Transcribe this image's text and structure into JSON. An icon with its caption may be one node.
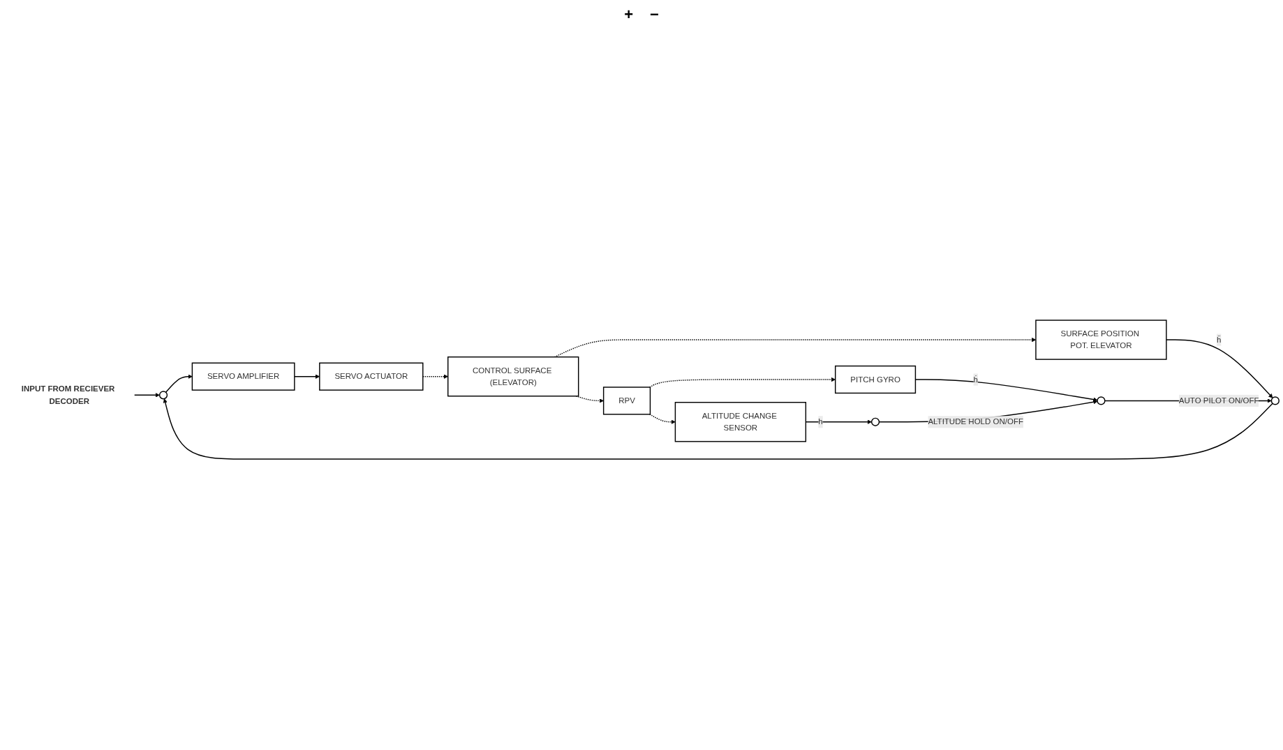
{
  "diagram": {
    "nodes": [
      {
        "text": [
          "INPUT FROM RECIEVER DECODER"
        ]
      },
      {
        "text": [],
        "shape": "circle"
      },
      {
        "text": [
          "SERVO AMPLIFIER"
        ]
      },
      {
        "text": [
          "SERVO ACTUATOR"
        ]
      },
      {
        "text": [
          "CONTROL SURFACE (ELEVATOR)"
        ]
      },
      {
        "text": [],
        "shape": "circle"
      },
      {
        "text": [
          "SURFACE POSITION POT. ELEVATOR"
        ]
      },
      {
        "text": [],
        "shape": "circle"
      },
      {
        "text": [
          "PITCH GYRO"
        ]
      },
      {
        "text": [
          "RPV"
        ]
      },
      {
        "text": [],
        "shape": "circle"
      },
      {
        "text": [
          "ALTITUDE CHANGE SENSOR"
        ]
      }
    ],
    "edges": [
      {
        "from": 0,
        "to": 1,
        "arrow": "to"
      },
      {
        "from": 1,
        "to": 2,
        "arrow": "to"
      },
      {
        "from": 2,
        "to": 3,
        "arrow": "to"
      },
      {
        "from": 3,
        "to": 4,
        "arrow": "to",
        "style": "dashed"
      },
      {
        "from": 4,
        "to": 6,
        "arrow": "to",
        "style": "dashed"
      },
      {
        "from": 4,
        "to": 9,
        "arrow": "to",
        "style": "dashed"
      },
      {
        "from": 6,
        "to": 5,
        "arrow": "to",
        "label": "ḧ"
      },
      {
        "from": 5,
        "to": 1,
        "arrow": "to"
      },
      {
        "from": 7,
        "to": 5,
        "arrow": "to",
        "label": "AUTO PILOT ON/OFF"
      },
      {
        "from": 9,
        "to": 8,
        "arrow": "to",
        "style": "dashed"
      },
      {
        "from": 9,
        "to": 11,
        "arrow": "to",
        "style": "dashed"
      },
      {
        "from": 8,
        "to": 7,
        "arrow": "to",
        "label": "ḣ"
      },
      {
        "from": 10,
        "to": 7,
        "arrow": "to",
        "label": "ALTITUDE HOLD ON/OFF"
      },
      {
        "from": 11,
        "to": 10,
        "arrow": "to",
        "label": "h"
      }
    ],
    "labels": [
      "+",
      "−"
    ]
  }
}
